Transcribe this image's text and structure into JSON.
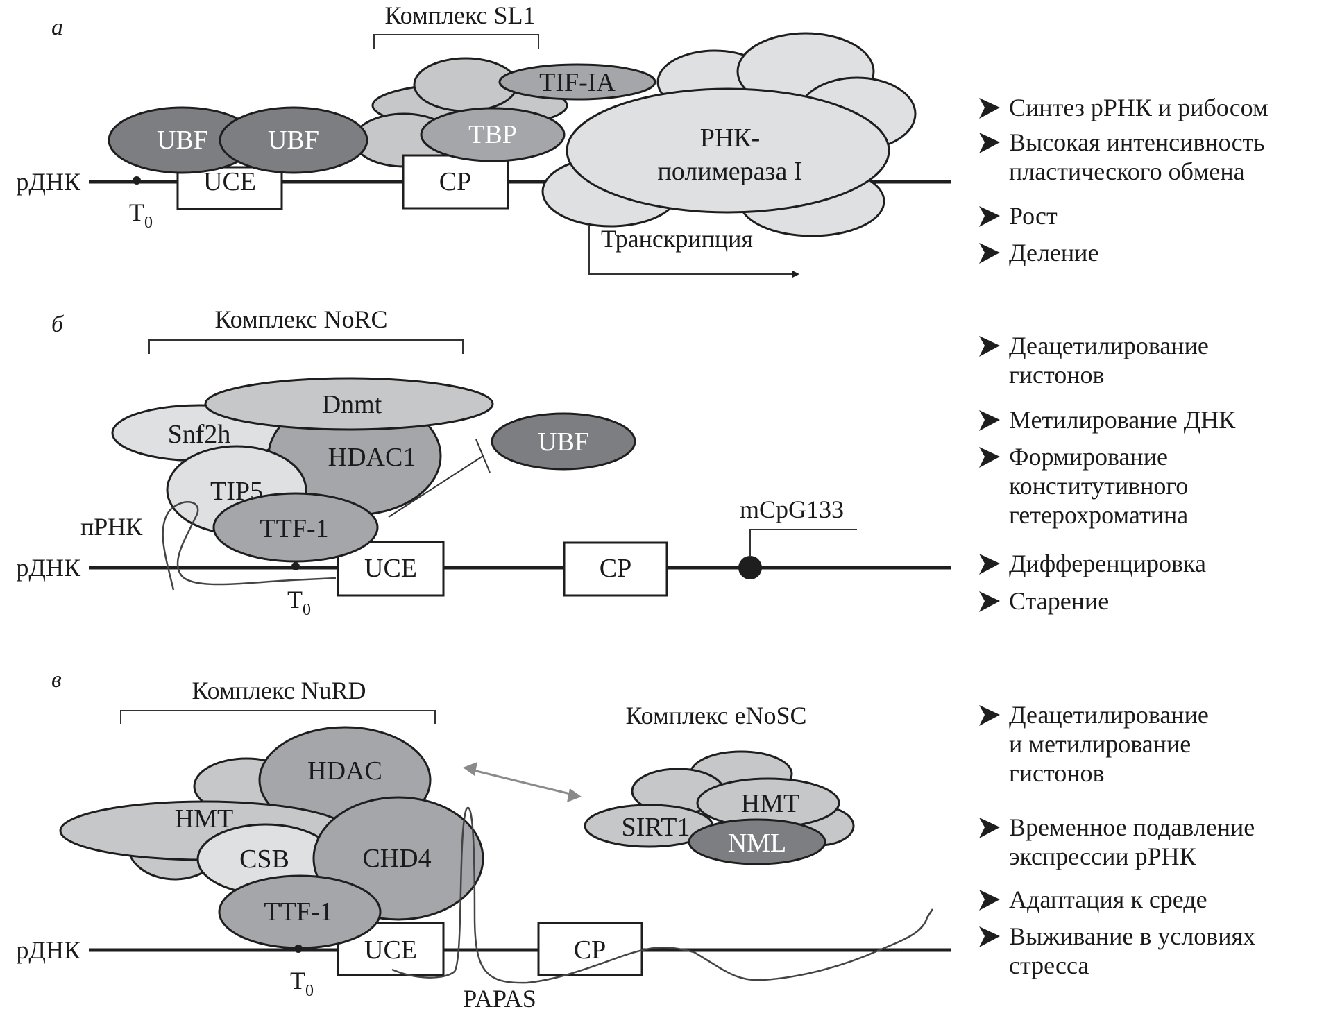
{
  "colors": {
    "dark": "#7d7e82",
    "mid": "#a5a6aa",
    "light": "#c6c7c9",
    "lighter": "#dfe0e2",
    "line": "#1e1e1e",
    "arrow_gray": "#8a8a8a"
  },
  "panels": {
    "a": {
      "letter": "а",
      "complex_label": "Комплекс SL1",
      "dna_label": "рДНК",
      "t0_label": "T",
      "t0_sub": "0",
      "boxes": {
        "uce": "UCE",
        "cp": "CP"
      },
      "proteins": {
        "ubf1": "UBF",
        "ubf2": "UBF",
        "tbp": "TBP",
        "tifia": "TIF-IA",
        "polymerase_line1": "РНК-",
        "polymerase_line2": "полимераза I"
      },
      "transcription_label": "Транскрипция",
      "outcomes": [
        [
          "Синтез рРНК и рибосом"
        ],
        [
          "Высокая интенсивность",
          "пластического обмена"
        ],
        [
          "Рост"
        ],
        [
          "Деление"
        ]
      ]
    },
    "b": {
      "letter": "б",
      "complex_label": "Комплекс NoRC",
      "dna_label": "рДНК",
      "t0_label": "T",
      "t0_sub": "0",
      "rna_label": "пРНК",
      "boxes": {
        "uce": "UCE",
        "cp": "CP"
      },
      "proteins": {
        "dnmt": "Dnmt",
        "snf2h": "Snf2h",
        "hdac1": "HDAC1",
        "tip5": "TIP5",
        "ttf1": "TTF-1",
        "ubf": "UBF"
      },
      "methyl_label": "mCpG133",
      "outcomes": [
        [
          "Деацетилирование",
          "гистонов"
        ],
        [
          "Метилирование ДНК"
        ],
        [
          "Формирование",
          "конститутивного",
          "гетерохроматина"
        ],
        [
          "Дифференцировка"
        ],
        [
          "Старение"
        ]
      ]
    },
    "c": {
      "letter": "в",
      "complex_label": "Комплекс NuRD",
      "complex2_label": "Комплекс eNoSC",
      "dna_label": "рДНК",
      "t0_label": "T",
      "t0_sub": "0",
      "rna_label": "PAPAS",
      "boxes": {
        "uce": "UCE",
        "cp": "CP"
      },
      "proteins": {
        "hdac": "HDAC",
        "hmt": "HMT",
        "csb": "CSB",
        "chd4": "CHD4",
        "ttf1": "TTF-1",
        "sirt1": "SIRT1",
        "enosc_hmt": "HMT",
        "nml": "NML"
      },
      "outcomes": [
        [
          "Деацетилирование",
          "и метилирование",
          "гистонов"
        ],
        [
          "Временное подавление",
          "экспрессии рРНК"
        ],
        [
          "Адаптация к среде"
        ],
        [
          "Выживание в условиях",
          "стресса"
        ]
      ]
    }
  }
}
